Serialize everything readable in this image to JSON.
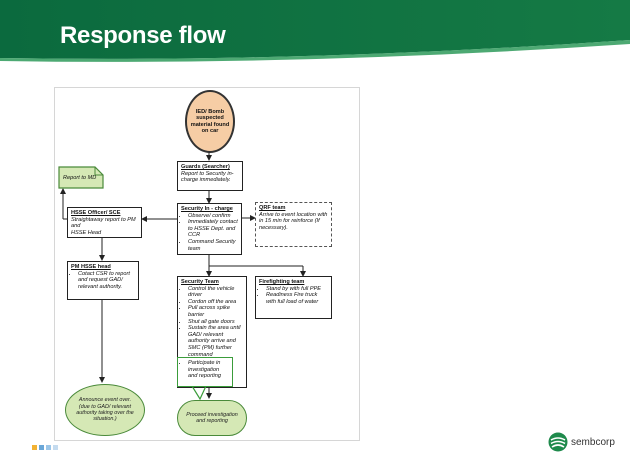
{
  "slide": {
    "title": "Response flow",
    "colors": {
      "header_dark": "#0b6a3e",
      "header_mid": "#1f8a4c",
      "header_light": "#8cc8a0",
      "box_green": "#3a9c3a",
      "start_fill": "#f6cda5",
      "end_fill": "#d5e8b5"
    }
  },
  "flow": {
    "start": {
      "lines": [
        "IED/ Bomb",
        "suspected",
        "material found",
        "on car"
      ]
    },
    "guards": {
      "heading": "Guards (Searcher)",
      "lines": [
        "Report to Security in-",
        "charge immediately."
      ]
    },
    "report_md": {
      "label": "Report to MD"
    },
    "hsse": {
      "heading": "HSSE Officer/ SCE",
      "lines": [
        "Straightaway report to PM and",
        "HSSE Head"
      ]
    },
    "security_incharge": {
      "heading": "Security In - charge",
      "bullets": [
        "Observe/ confirm",
        "Immediately contact to HSSE Dept. and CCR",
        "Command Security team"
      ]
    },
    "qrf": {
      "heading": "QRF team",
      "lines": [
        "Arrive to event location with",
        "in 15 min for reinforce (If",
        "necessary)."
      ]
    },
    "pm_hsse": {
      "heading": "PM HSSE head",
      "bullets": [
        "Cotact CSR to report and request GAD/ relevant authority."
      ]
    },
    "security_team": {
      "heading": "Security Team",
      "bullets": [
        "Control the vehicle driver",
        "Cordon off the area",
        "Pull across spike barrier",
        "Shut all gate doors",
        "Sustain the area until GAD/ relevant authority arrive and SMC (PM) further command"
      ]
    },
    "participate": {
      "bullets": [
        "Participate in investigation and reporting"
      ]
    },
    "firefighting": {
      "heading": "Firefighting team",
      "bullets": [
        "Stand by with full PPE",
        "Readiness Fire truck with full load of water"
      ]
    },
    "announce": {
      "lines": [
        "Announce event over.",
        "(due to GAD/ relevant",
        "authority taking over the",
        "situation.)"
      ]
    },
    "proceed": {
      "lines": [
        "Proceed investigation",
        "and reporting"
      ]
    }
  },
  "footer": {
    "logo_text": "sembcorp",
    "logo_icon": "sembcorp-wave-icon",
    "dot_colors": [
      "#f2b233",
      "#6aa7d8",
      "#9cc6e8",
      "#c4dbef"
    ]
  }
}
